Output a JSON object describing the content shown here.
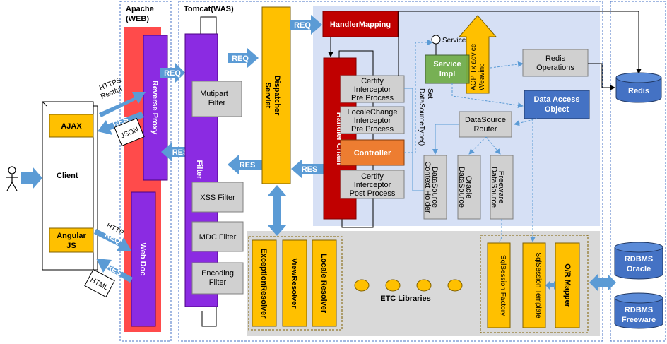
{
  "zones": {
    "apache": "Apache",
    "apache_sub": "(WEB)",
    "tomcat": "Tomcat(WAS)"
  },
  "client": {
    "label": "Client",
    "ajax": "AJAX",
    "angular_1": "Angular",
    "angular_2": "JS"
  },
  "apache": {
    "reverse_proxy": "Reverse Proxy",
    "web_doc": "Web Doc"
  },
  "tomcat": {
    "filter_label": "Filter",
    "filters": [
      "Mutipart Filter",
      "XSS Filter",
      "MDC Filter",
      "Encoding Filter"
    ],
    "dispatcher_1": "Dispatcher",
    "dispatcher_2": "Servlet"
  },
  "spring": {
    "handler_mapping": "HandlerMapping",
    "handler_chain": "Handler Chain",
    "certify_pre": [
      "Certify",
      "Interceptor",
      "Pre Process"
    ],
    "locale_pre": [
      "LocaleChange",
      "Interceptor",
      "Pre Process"
    ],
    "controller": "Controller",
    "certify_post": [
      "Certify",
      "Interceptor",
      "Post Process"
    ],
    "service": "Service",
    "service_impl": [
      "Service",
      "Impl"
    ],
    "aop": [
      "AOP Tx advice",
      "Weaving"
    ],
    "redis_ops": [
      "Redis",
      "Operations"
    ],
    "dao": [
      "Data Access",
      "Object"
    ],
    "ds_router": [
      "DataSource",
      "Router"
    ],
    "ds_holder": [
      "DataSource",
      "Context Holder"
    ],
    "oracle_ds": [
      "Oracle",
      "DataSource"
    ],
    "freeware_ds": [
      "Freeware",
      "DataSource"
    ],
    "set_ds": [
      "Set",
      "DataSourceType()"
    ]
  },
  "etc": {
    "resolvers": [
      "ExceptionResolver",
      "ViewResolver",
      "Locale Resolver"
    ],
    "libraries": "ETC Libraries",
    "orm": [
      "SqlSession Factory",
      "SqlSession Template",
      "O/R Mapper"
    ]
  },
  "storage": {
    "redis": "Redis",
    "rdbms_oracle": [
      "RDBMS",
      "Oracle"
    ],
    "rdbms_freeware": [
      "RDBMS",
      "Freeware"
    ]
  },
  "flows": {
    "req": "REQ",
    "res": "RES",
    "https": "HTTPS",
    "restful": "Restful",
    "http": "HTTP",
    "json": "JSON",
    "html": "HTML"
  },
  "colors": {
    "apache_red": "#ff4b4b",
    "purple": "#8b2be2",
    "gold": "#ffc000",
    "dark_red": "#c00000",
    "orange": "#ed7d31",
    "green": "#70ad47",
    "blue": "#4472c4",
    "arrow_blue": "#5b9bd5",
    "light_blue_bg": "#d6e0f5",
    "gray_bg": "#d9d9d9",
    "gray_box": "#d0d0d0"
  }
}
